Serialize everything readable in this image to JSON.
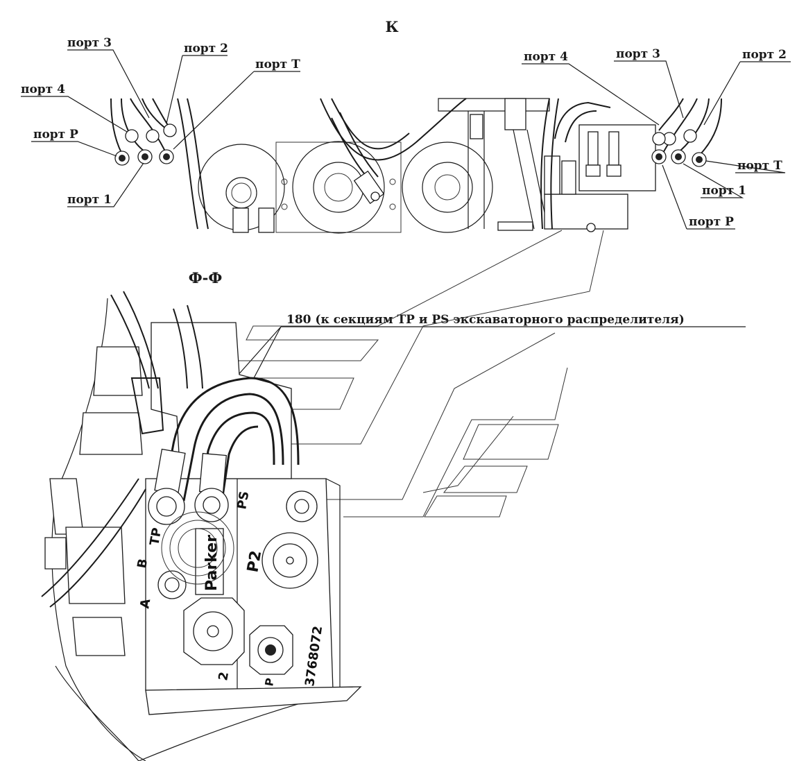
{
  "view_k": {
    "title": "К",
    "left_labels": {
      "port3": "порт 3",
      "port2": "порт 2",
      "portT": "порт Т",
      "port4": "порт 4",
      "portP": "порт Р",
      "port1": "порт 1"
    },
    "right_labels": {
      "port4": "порт 4",
      "port3": "порт 3",
      "port2": "порт 2",
      "portT": "порт Т",
      "port1": "порт 1",
      "portP": "порт Р"
    }
  },
  "section_ff": {
    "title": "Ф-Ф",
    "callout": "180 (к секциям ТР и PS экскаваторного распределителя)",
    "stamps": {
      "tp": "TP",
      "ps": "PS",
      "b": "B",
      "a": "A",
      "p2": "P2",
      "brand": "Parker",
      "two": "2",
      "p": "P",
      "serial": "3768072"
    }
  }
}
